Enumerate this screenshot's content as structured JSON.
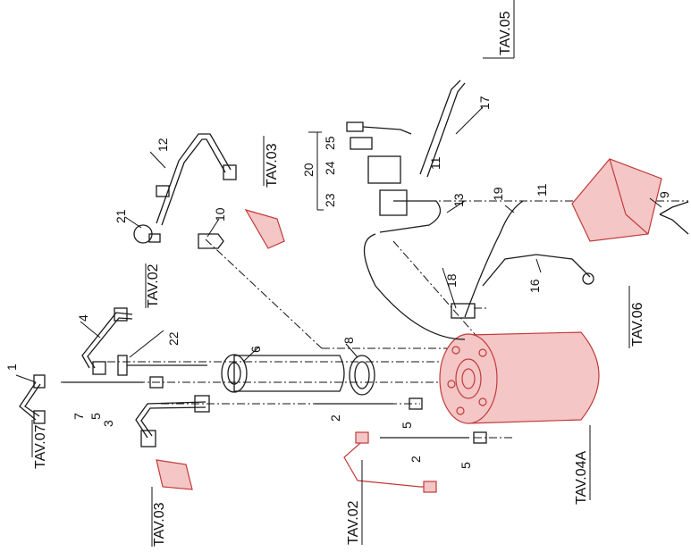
{
  "part_numbers": [
    "1",
    "2",
    "2",
    "3",
    "4",
    "5",
    "5",
    "5",
    "6",
    "7",
    "8",
    "9",
    "10",
    "11",
    "11",
    "12",
    "13",
    "16",
    "17",
    "18",
    "19",
    "20",
    "21",
    "22",
    "23",
    "24",
    "25"
  ],
  "references": [
    "TAV.07",
    "TAV.02",
    "TAV.02",
    "TAV.03",
    "TAV.03",
    "TAV.04A",
    "TAV.05",
    "TAV.06"
  ],
  "colors": {
    "line": "#1a1a1a",
    "reference_part": "#c23a3a",
    "reference_fill": "#f4c6c6"
  }
}
